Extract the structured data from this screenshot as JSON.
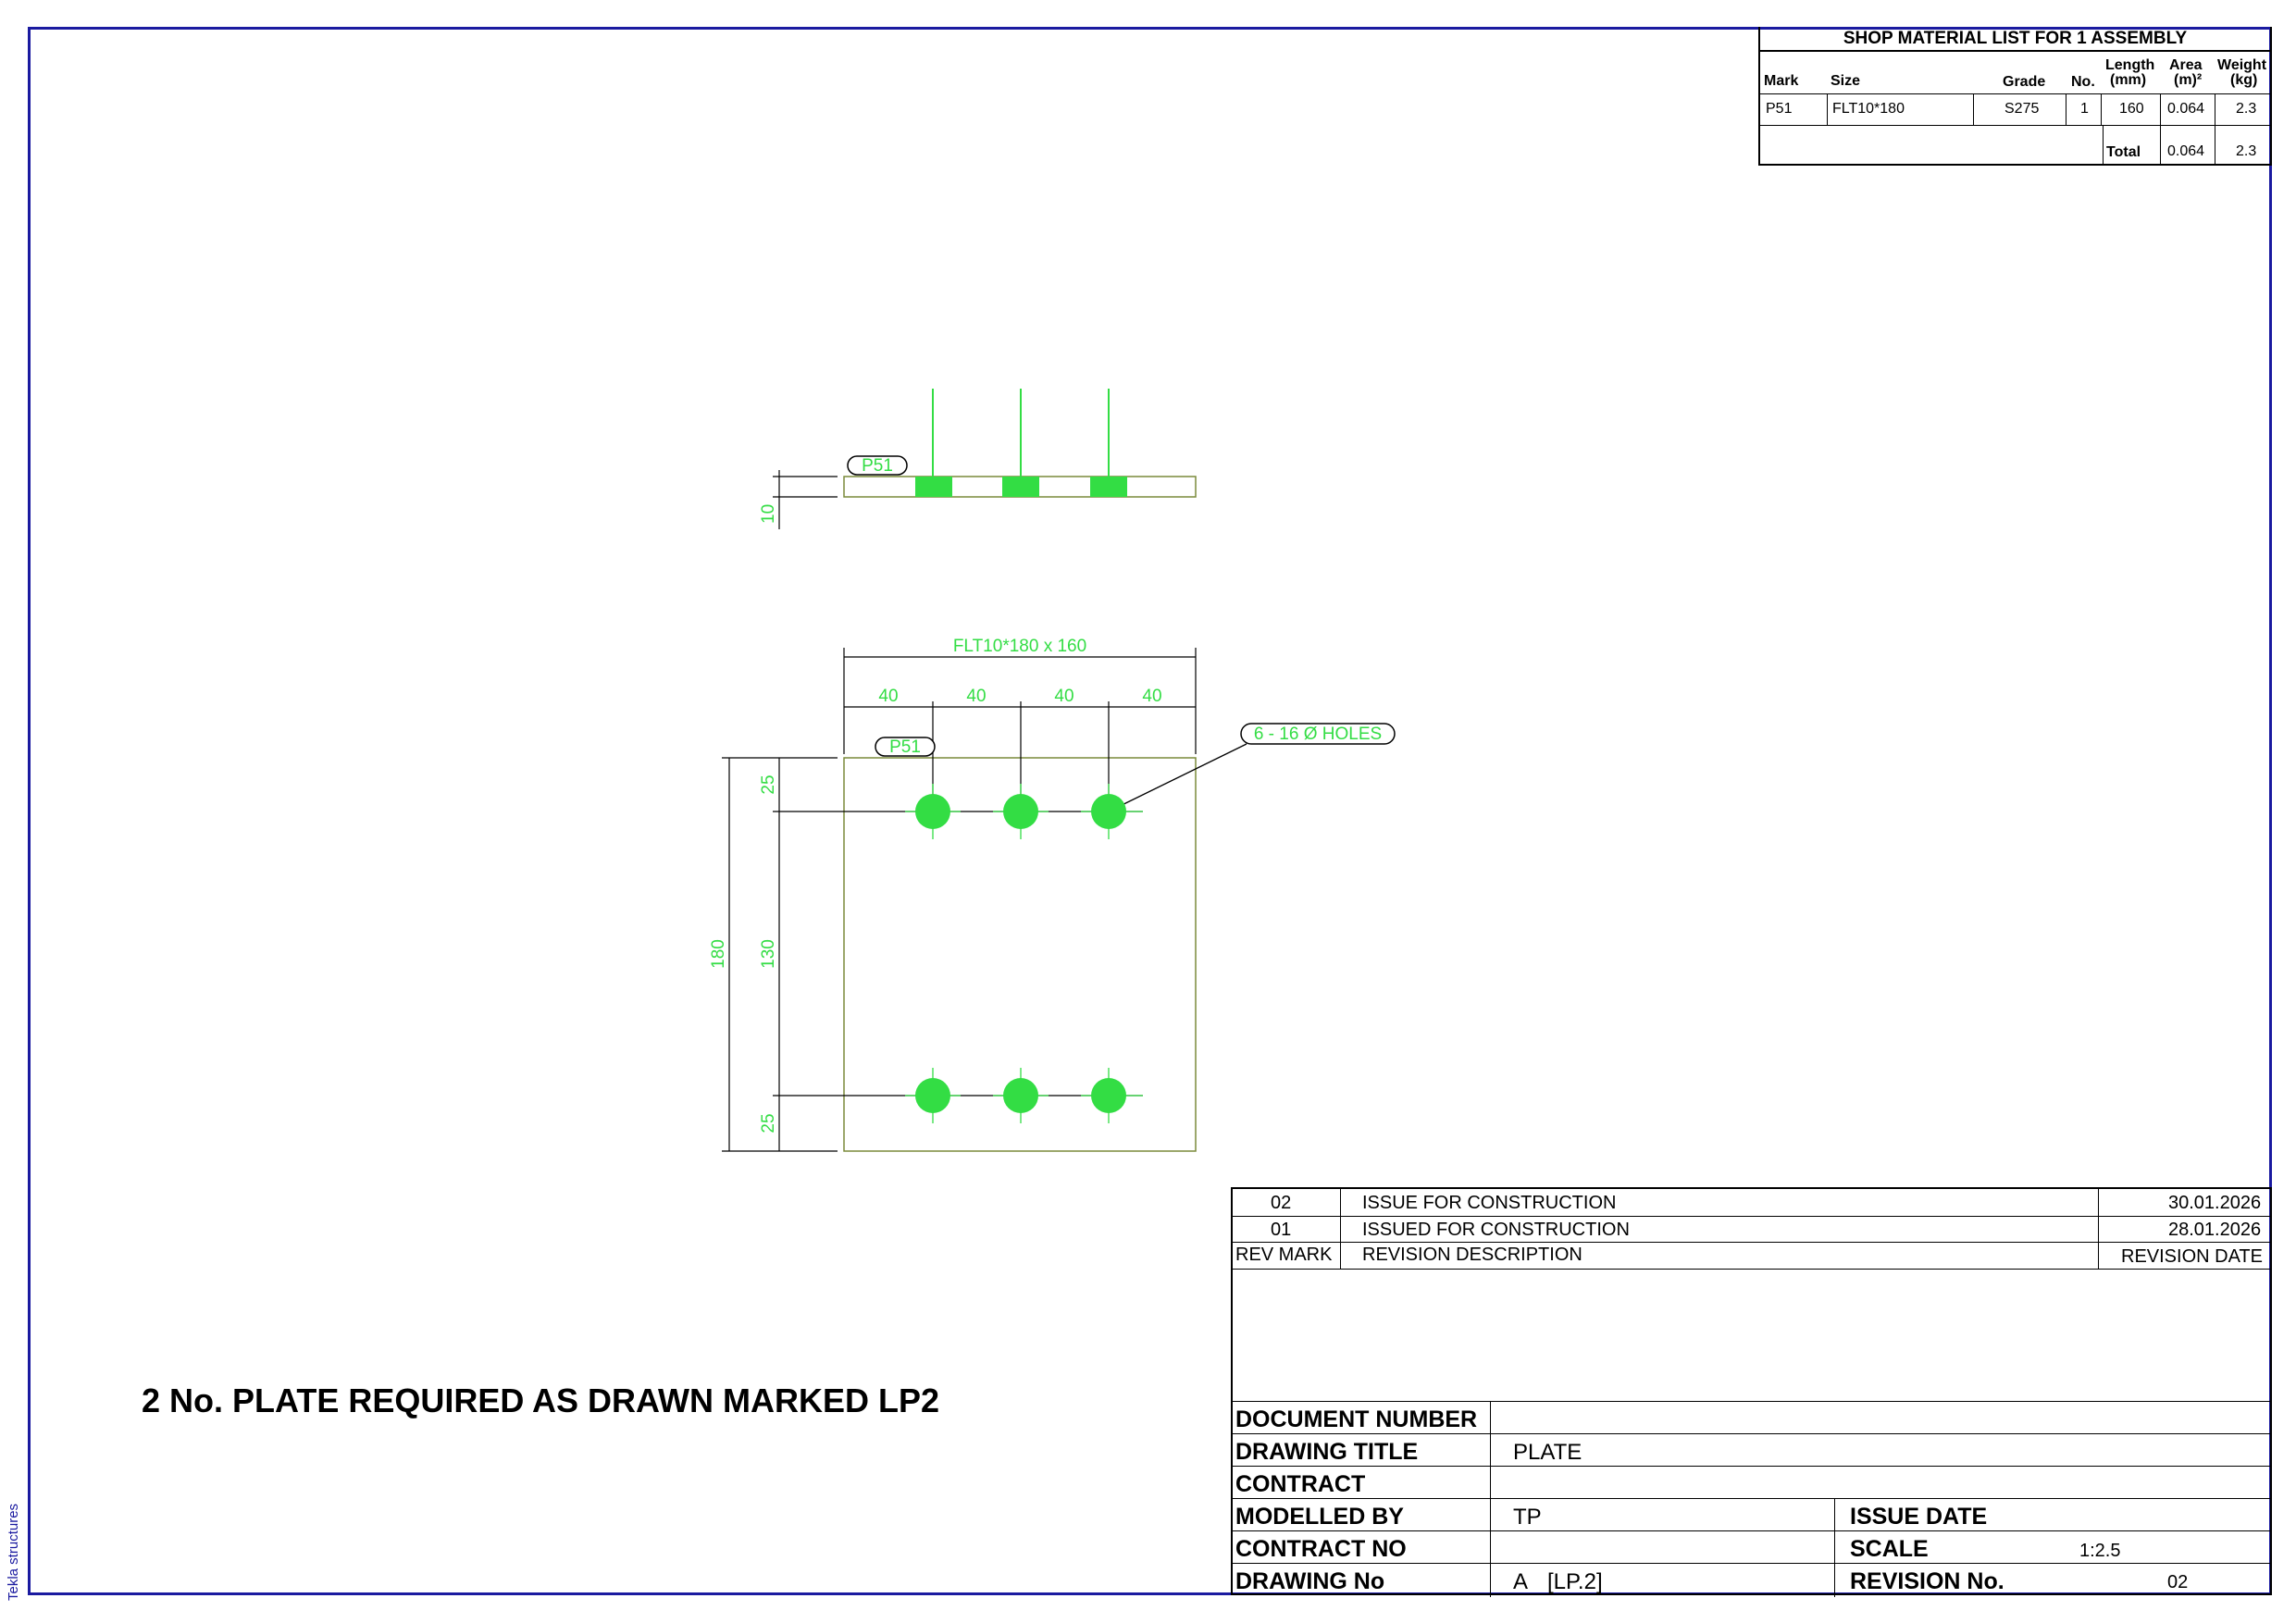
{
  "side_label": "Tekla structures",
  "note": "2 No. PLATE REQUIRED AS DRAWN MARKED LP2",
  "material_list": {
    "title": "SHOP MATERIAL LIST FOR 1 ASSEMBLY",
    "headers": {
      "mark": "Mark",
      "size": "Size",
      "grade": "Grade",
      "no": "No.",
      "length": "Length",
      "length_unit": "(mm)",
      "area": "Area",
      "area_unit": "(m)²",
      "weight": "Weight",
      "weight_unit": "(kg)"
    },
    "row": {
      "mark": "P51",
      "size": "FLT10*180",
      "grade": "S275",
      "no": "1",
      "length": "160",
      "area": "0.064",
      "weight": "2.3"
    },
    "total": {
      "label": "Total",
      "area": "0.064",
      "weight": "2.3"
    }
  },
  "drawing": {
    "color": "#33dd44",
    "outline_color": "#7a8a3a",
    "part_mark": "P51",
    "thickness_dim": "10",
    "overall_dim": "FLT10*180 x 160",
    "hole_spacing": [
      "40",
      "40",
      "40",
      "40"
    ],
    "hole_note": "6 - 16 Ø HOLES",
    "height_total": "180",
    "vertical_dims": [
      "25",
      "130",
      "25"
    ]
  },
  "title_block": {
    "revisions": [
      {
        "mark": "02",
        "description": "ISSUE FOR CONSTRUCTION",
        "date": "30.01.2026"
      },
      {
        "mark": "01",
        "description": "ISSUED FOR CONSTRUCTION",
        "date": "28.01.2026"
      }
    ],
    "revision_headers": {
      "mark": "REV MARK",
      "description": "REVISION DESCRIPTION",
      "date": "REVISION DATE"
    },
    "document_number_label": "DOCUMENT NUMBER",
    "document_number": "",
    "drawing_title_label": "DRAWING TITLE",
    "drawing_title": "PLATE",
    "contract_label": "CONTRACT",
    "contract": "",
    "modelled_by_label": "MODELLED BY",
    "modelled_by": "TP",
    "issue_date_label": "ISSUE DATE",
    "issue_date": "",
    "contract_no_label": "CONTRACT NO",
    "contract_no": "",
    "scale_label": "SCALE",
    "scale": "1:2.5",
    "drawing_no_label": "DRAWING No",
    "drawing_no_prefix": "A",
    "drawing_no": "[LP.2]",
    "revision_no_label": "REVISION No.",
    "revision_no": "02"
  }
}
